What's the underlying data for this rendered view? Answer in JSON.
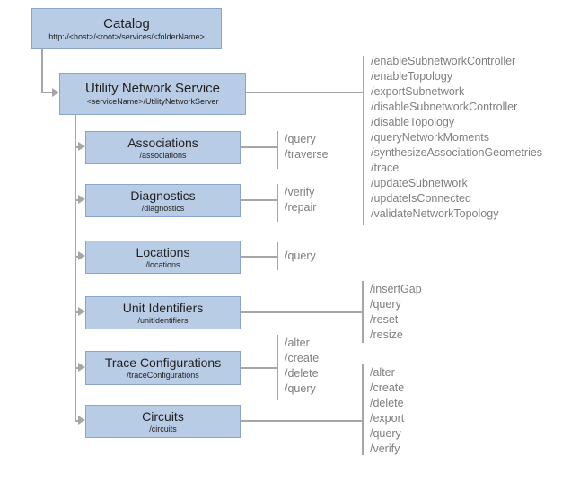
{
  "catalog": {
    "title": "Catalog",
    "subtitle": "http://<host>/<root>/services/<folderName>"
  },
  "service": {
    "title": "Utility Network Service",
    "subtitle": "<serviceName>/UtilityNetworkServer",
    "ops": [
      "/enableSubnetworkController",
      "/enableTopology",
      "/exportSubnetwork",
      "/disableSubnetworkController",
      "/disableTopology",
      "/queryNetworkMoments",
      "/synthesizeAssociationGeometries",
      "/trace",
      "/updateSubnetwork",
      "/updateIsConnected",
      "/validateNetworkTopology"
    ]
  },
  "children": [
    {
      "title": "Associations",
      "subtitle": "/associations",
      "ops": [
        "/query",
        "/traverse"
      ]
    },
    {
      "title": "Diagnostics",
      "subtitle": "/diagnostics",
      "ops": [
        "/verify",
        "/repair"
      ]
    },
    {
      "title": "Locations",
      "subtitle": "/locations",
      "ops": [
        "/query"
      ]
    },
    {
      "title": "Unit Identifiers",
      "subtitle": "/unitIdentifiers",
      "ops": [
        "/insertGap",
        "/query",
        "/reset",
        "/resize"
      ]
    },
    {
      "title": "Trace Configurations",
      "subtitle": "/traceConfigurations",
      "ops": [
        "/alter",
        "/create",
        "/delete",
        "/query"
      ]
    },
    {
      "title": "Circuits",
      "subtitle": "/circuits",
      "ops": [
        "/alter",
        "/create",
        "/delete",
        "/export",
        "/query",
        "/verify"
      ]
    }
  ],
  "colors": {
    "box_fill": "#b9cce6",
    "box_border": "#8ba4c9",
    "connector": "#a6a6a6",
    "ops_text": "#7f7f7f",
    "title_text": "#1f1f1f"
  }
}
